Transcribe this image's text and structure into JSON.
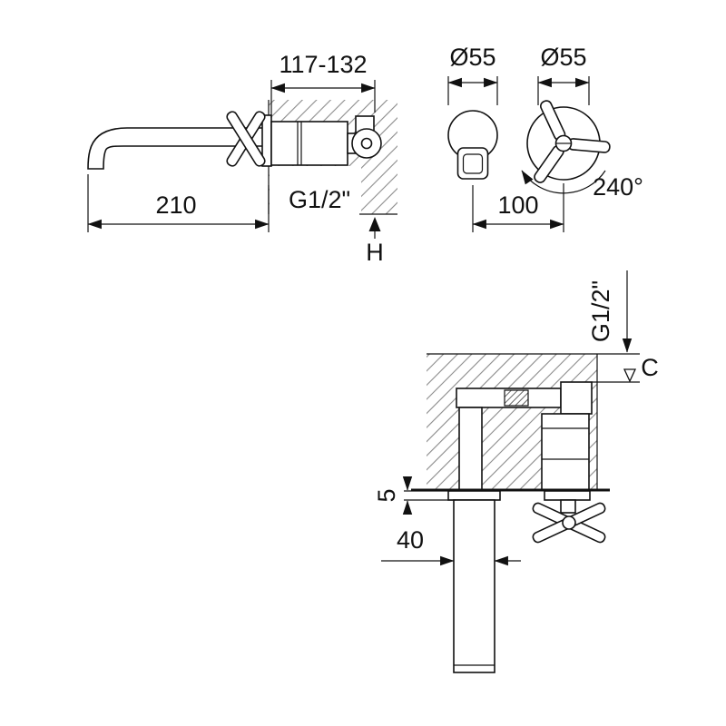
{
  "title": "Wall-mounted basin mixer technical dimension drawing",
  "side": {
    "dim_depth": "117-132",
    "dim_reach": "210",
    "thread": "G1/2\"",
    "height_ref": "H"
  },
  "front": {
    "dia_spout": "Ø55",
    "dia_handle": "Ø55",
    "dim_centers": "100",
    "handle_angle": "240°"
  },
  "plan": {
    "thread": "G1/2\"",
    "depth_ref": "C",
    "dim_plate": "5",
    "dim_offset": "40"
  },
  "colors": {
    "line": "#111111",
    "hatch": "#8a8a8a",
    "background": "#ffffff"
  }
}
